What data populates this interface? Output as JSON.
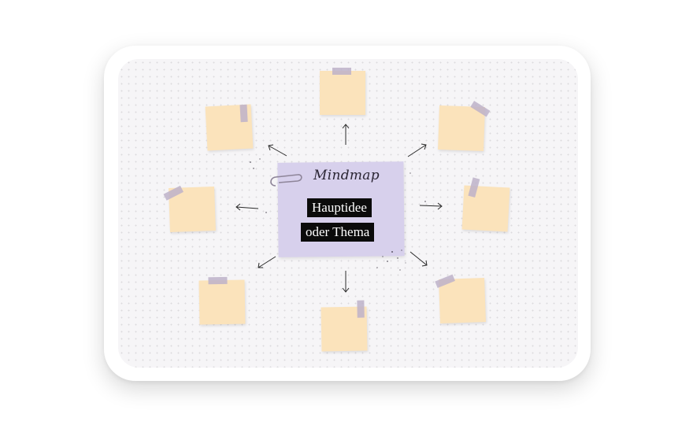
{
  "mindmap": {
    "title": "Mindmap",
    "center_line_1": "Hauptidee",
    "center_line_2": "oder Thema"
  },
  "colors": {
    "note": "#fbe3bb",
    "tape": "#bdb2c9",
    "center_paper": "#d7d0ec",
    "label_bg": "#0b0b0b",
    "board": "#f6f5f7"
  },
  "sticky_notes": [
    {
      "name": "top"
    },
    {
      "name": "top-left"
    },
    {
      "name": "top-right"
    },
    {
      "name": "left"
    },
    {
      "name": "right"
    },
    {
      "name": "bottom-left"
    },
    {
      "name": "bottom"
    },
    {
      "name": "bottom-right"
    }
  ]
}
